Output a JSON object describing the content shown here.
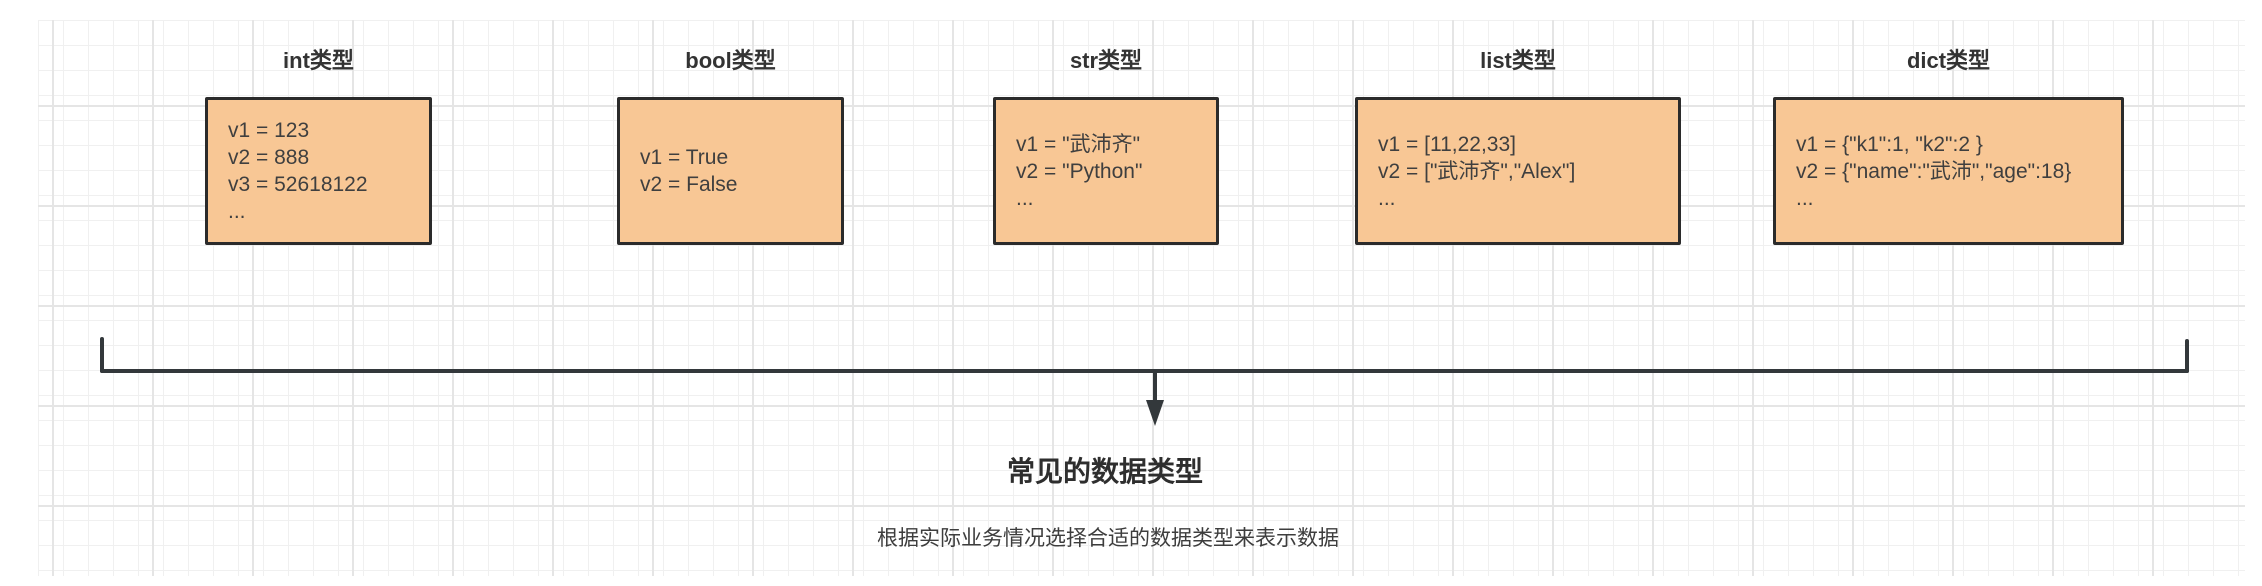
{
  "boxes": [
    {
      "type": "int",
      "title": "int类型",
      "lines": [
        "v1 = 123",
        "v2 = 888",
        "v3 = 52618122",
        "..."
      ]
    },
    {
      "type": "bool",
      "title": "bool类型",
      "lines": [
        "v1 = True",
        "v2 = False"
      ]
    },
    {
      "type": "str",
      "title": "str类型",
      "lines": [
        "v1 = \"武沛齐\"",
        "v2 = \"Python\"",
        "..."
      ]
    },
    {
      "type": "list",
      "title": "list类型",
      "lines": [
        "v1 = [11,22,33]",
        "v2 = [\"武沛齐\",\"Alex\"]",
        "..."
      ]
    },
    {
      "type": "dict",
      "title": "dict类型",
      "lines": [
        "v1 = {\"k1\":1, \"k2\":2 }",
        "v2 = {\"name\":\"武沛\",\"age\":18}",
        "..."
      ]
    }
  ],
  "summary": {
    "title": "常见的数据类型",
    "subtitle": "根据实际业务情况选择合适的数据类型来表示数据"
  },
  "colors": {
    "box_fill": "#F8C795",
    "box_border": "#2B2B2B",
    "stroke": "#33383B",
    "text": "#3F3F3F",
    "grid_minor": "#F0F0F0",
    "grid_major": "#E5E5E5"
  }
}
